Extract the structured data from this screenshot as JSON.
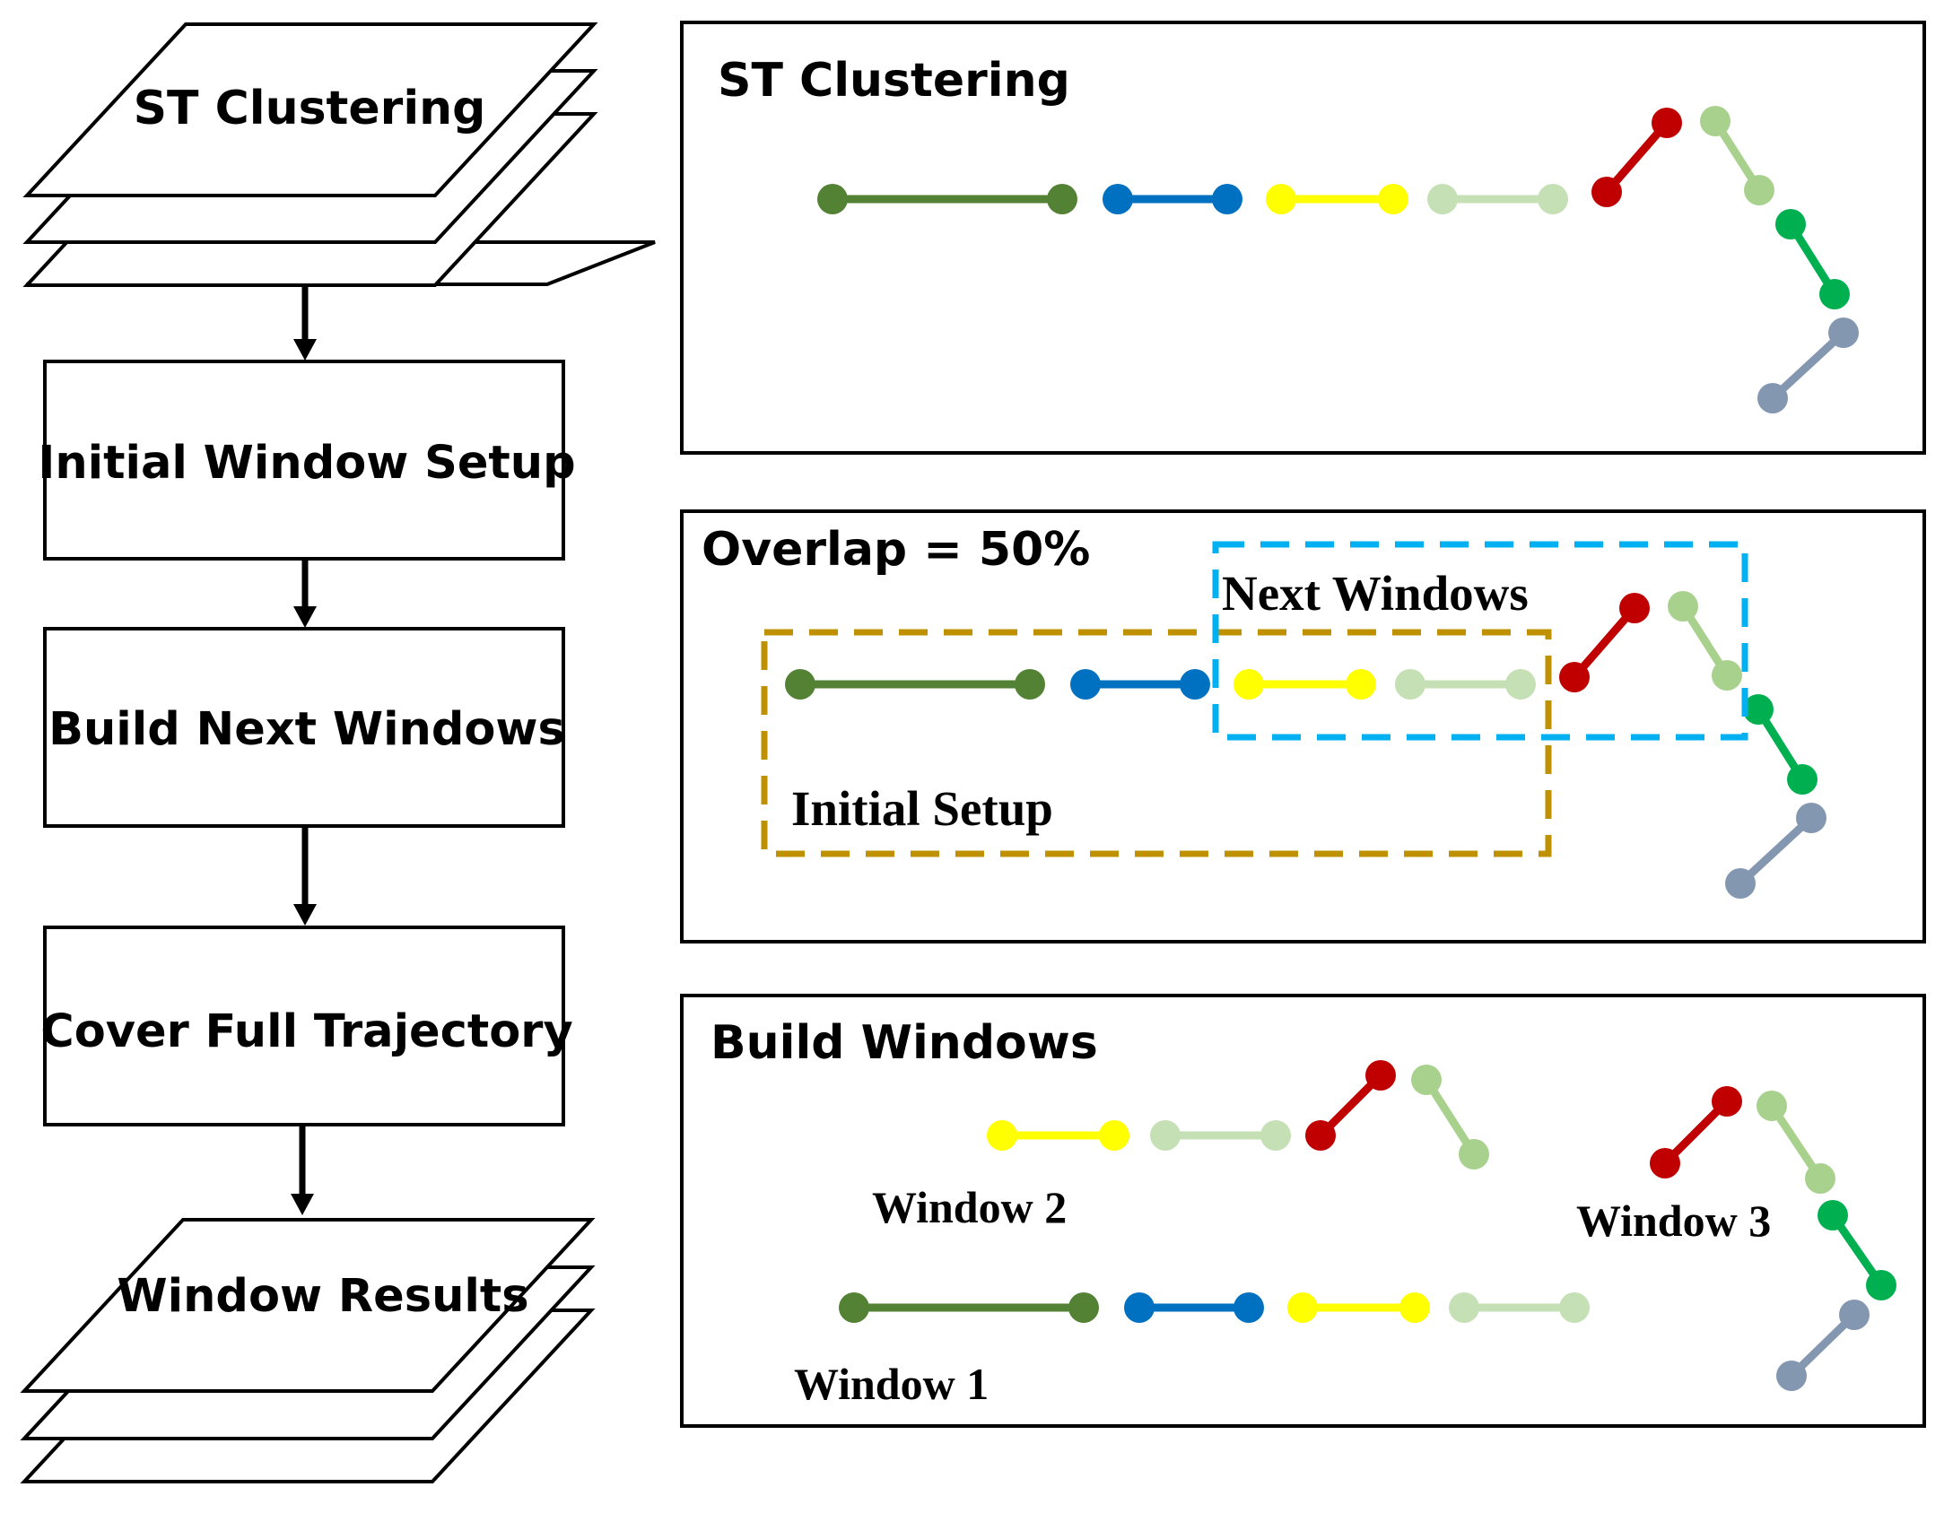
{
  "flowchart": {
    "steps": [
      "ST Clustering",
      "Initial Window Setup",
      "Build Next Windows",
      "Cover Full Trajectory",
      "Window Results"
    ]
  },
  "panels": {
    "st_clustering": {
      "title": "ST Clustering"
    },
    "overlap": {
      "title": "Overlap = 50%",
      "next_windows_label": "Next Windows",
      "initial_setup_label": "Initial Setup"
    },
    "build_windows": {
      "title": "Build Windows",
      "window1_label": "Window 1",
      "window2_label": "Window 2",
      "window3_label": "Window 3"
    }
  },
  "colors": {
    "dark_green": "#548235",
    "blue": "#0070C0",
    "yellow": "#FFFF00",
    "light_green": "#C5E0B4",
    "red": "#C00000",
    "mid_green": "#A9D18E",
    "bright_green": "#00B050",
    "gray_blue": "#8497B0",
    "initial_setup_box": "#BF9000",
    "next_windows_box": "#00B0F0"
  }
}
